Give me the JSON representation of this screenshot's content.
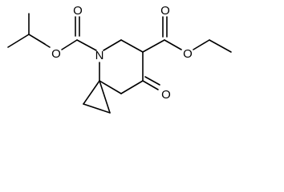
{
  "molecule": {
    "atoms": {
      "N1": "N",
      "O1": "O",
      "O2": "O",
      "O3": "O",
      "O4": "O",
      "O5": "O"
    },
    "colors": {
      "ink": "#000000",
      "background": "#ffffff"
    }
  }
}
